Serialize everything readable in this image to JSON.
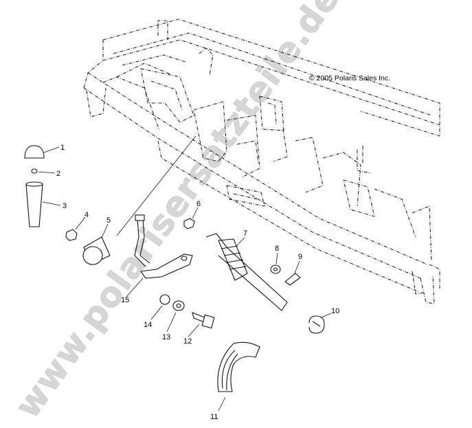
{
  "copyright": "© 2005 Polaris Sales Inc.",
  "watermark": "www.polarisersatzteile.de",
  "callouts": [
    "1",
    "2",
    "3",
    "4",
    "5",
    "6",
    "7",
    "8",
    "9",
    "10",
    "11",
    "12",
    "13",
    "14",
    "15"
  ]
}
